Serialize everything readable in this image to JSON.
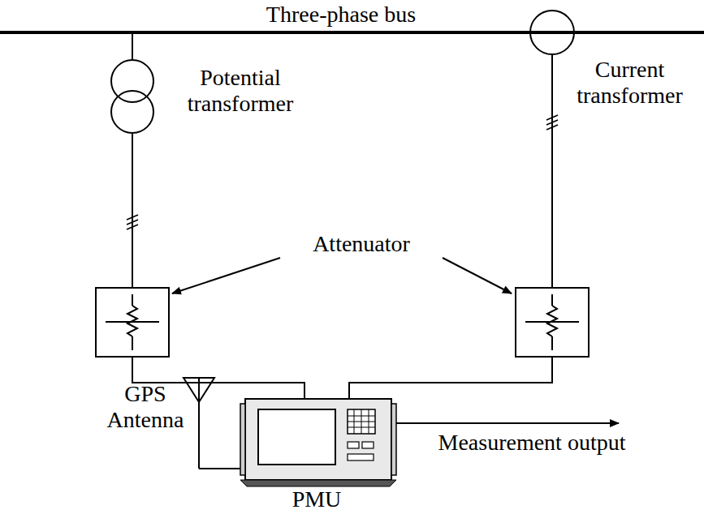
{
  "diagram": {
    "labels": [
      "Three-phase bus",
      "Potential transformer",
      "Current transformer",
      "Attenuator",
      "GPS Antenna",
      "PMU",
      "Measurement output"
    ]
  }
}
